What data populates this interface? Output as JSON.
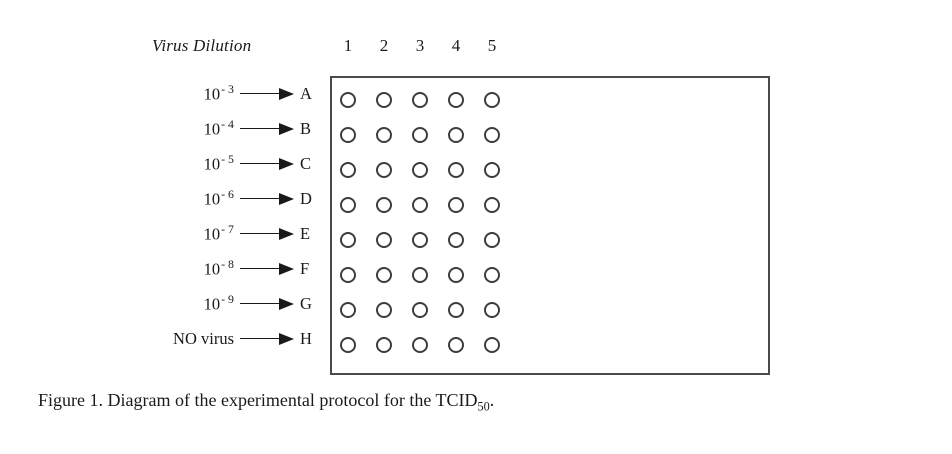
{
  "figure": {
    "dilution_heading": "Virus Dilution",
    "column_headers": [
      "1",
      "2",
      "3",
      "4",
      "5"
    ],
    "rows": [
      {
        "dilution_base": "10",
        "dilution_exponent": "- 3",
        "no_virus_label": "",
        "letter": "A"
      },
      {
        "dilution_base": "10",
        "dilution_exponent": "- 4",
        "no_virus_label": "",
        "letter": "B"
      },
      {
        "dilution_base": "10",
        "dilution_exponent": "- 5",
        "no_virus_label": "",
        "letter": "C"
      },
      {
        "dilution_base": "10",
        "dilution_exponent": "- 6",
        "no_virus_label": "",
        "letter": "D"
      },
      {
        "dilution_base": "10",
        "dilution_exponent": "- 7",
        "no_virus_label": "",
        "letter": "E"
      },
      {
        "dilution_base": "10",
        "dilution_exponent": "- 8",
        "no_virus_label": "",
        "letter": "F"
      },
      {
        "dilution_base": "10",
        "dilution_exponent": "- 9",
        "no_virus_label": "",
        "letter": "G"
      },
      {
        "dilution_base": "",
        "dilution_exponent": "",
        "no_virus_label": "NO virus",
        "letter": "H"
      }
    ],
    "well_columns_per_row": 5,
    "colors": {
      "background": "#ffffff",
      "text": "#1a1a1a",
      "box_border": "#4a4a4a",
      "well_outline": "#3d3d3d"
    }
  },
  "caption": {
    "prefix": "Figure 1.  Diagram of the experimental protocol for the TCID",
    "subscript": "50",
    "suffix": "."
  }
}
